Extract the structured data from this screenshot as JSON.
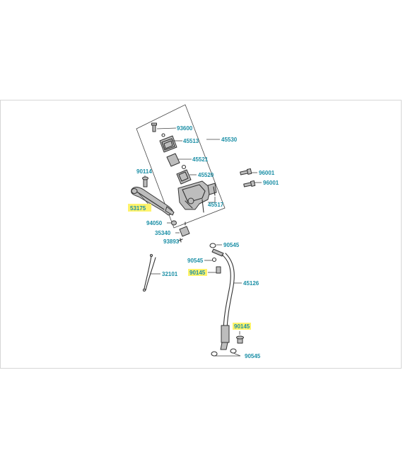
{
  "parts": [
    {
      "id": "93600",
      "label": "93600",
      "highlight": false
    },
    {
      "id": "45513",
      "label": "45513",
      "highlight": false
    },
    {
      "id": "45530",
      "label": "45530",
      "highlight": false
    },
    {
      "id": "45521",
      "label": "45521",
      "highlight": false
    },
    {
      "id": "90114",
      "label": "90114",
      "highlight": false
    },
    {
      "id": "45520",
      "label": "45520",
      "highlight": false
    },
    {
      "id": "96001a",
      "label": "96001",
      "highlight": false
    },
    {
      "id": "96001b",
      "label": "96001",
      "highlight": false
    },
    {
      "id": "45517",
      "label": "45517",
      "highlight": false
    },
    {
      "id": "53175",
      "label": "53175",
      "highlight": true
    },
    {
      "id": "94050",
      "label": "94050",
      "highlight": false
    },
    {
      "id": "35340",
      "label": "35340",
      "highlight": false
    },
    {
      "id": "93893",
      "label": "93893",
      "highlight": false
    },
    {
      "id": "90545a",
      "label": "90545",
      "highlight": false
    },
    {
      "id": "90545b",
      "label": "90545",
      "highlight": false
    },
    {
      "id": "90145a",
      "label": "90145",
      "highlight": true
    },
    {
      "id": "32101",
      "label": "32101",
      "highlight": false
    },
    {
      "id": "45126",
      "label": "45126",
      "highlight": false
    },
    {
      "id": "90145b",
      "label": "90145",
      "highlight": true
    },
    {
      "id": "90545c",
      "label": "90545",
      "highlight": false
    }
  ],
  "colors": {
    "label": "#1b8fa6",
    "highlight": "#fff36b",
    "line": "#333333"
  }
}
